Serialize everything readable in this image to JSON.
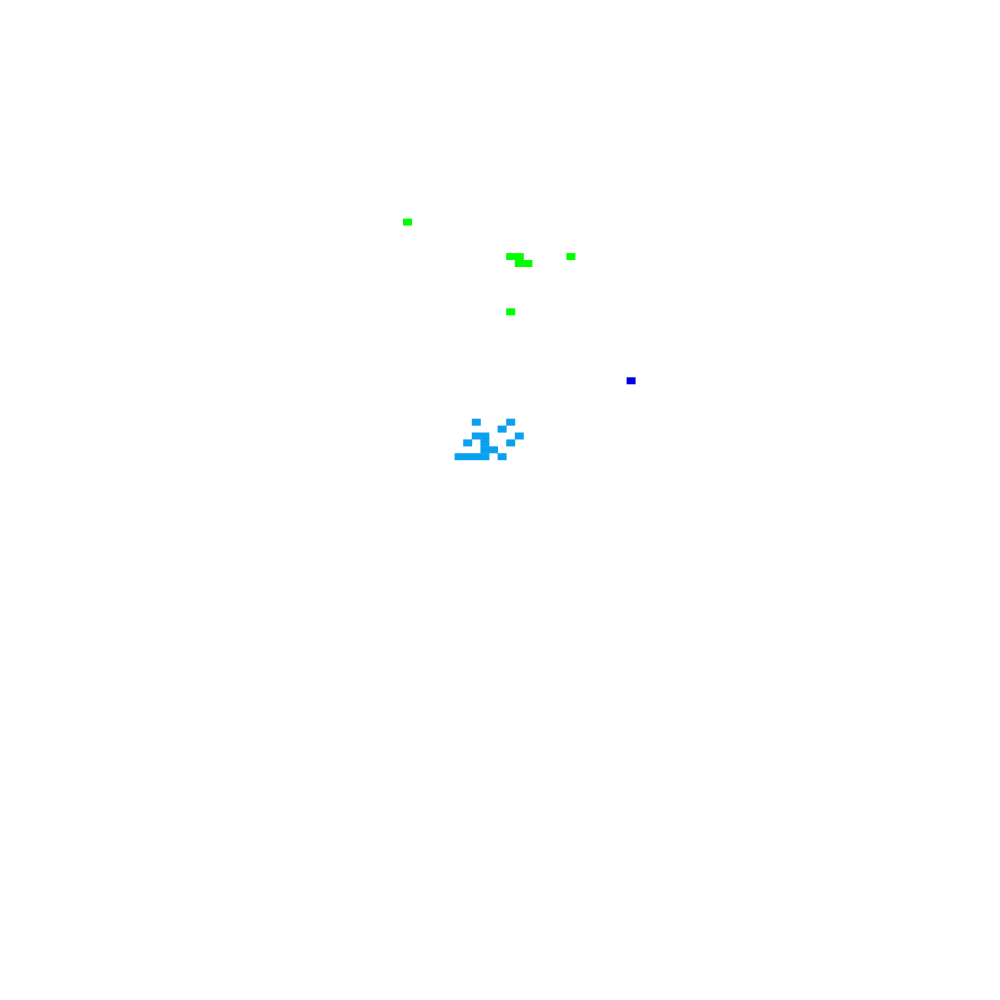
{
  "palette": {
    "background": "#ffffff",
    "green": "#00ff00",
    "sky_blue": "#0aa0f0",
    "blue": "#0000e6"
  },
  "clusters": [
    {
      "name": "green-cells",
      "color": "#00ff00",
      "cells": [
        [
          45,
          24
        ],
        [
          57,
          29
        ],
        [
          58,
          29
        ],
        [
          58,
          30
        ],
        [
          59,
          30
        ],
        [
          64,
          29
        ],
        [
          57,
          37
        ]
      ]
    },
    {
      "name": "blue-cell",
      "color": "#0000e6",
      "cells": [
        [
          71,
          47
        ]
      ]
    },
    {
      "name": "sky-blue-cells",
      "color": "#0aa0f0",
      "cells": [
        [
          53,
          53
        ],
        [
          57,
          53
        ],
        [
          56,
          54
        ],
        [
          53,
          55
        ],
        [
          54,
          55
        ],
        [
          58,
          55
        ],
        [
          52,
          56
        ],
        [
          54,
          56
        ],
        [
          57,
          56
        ],
        [
          54,
          57
        ],
        [
          55,
          57
        ],
        [
          52,
          58
        ],
        [
          53,
          58
        ],
        [
          51,
          58
        ],
        [
          54,
          58
        ],
        [
          56,
          58
        ]
      ]
    }
  ]
}
